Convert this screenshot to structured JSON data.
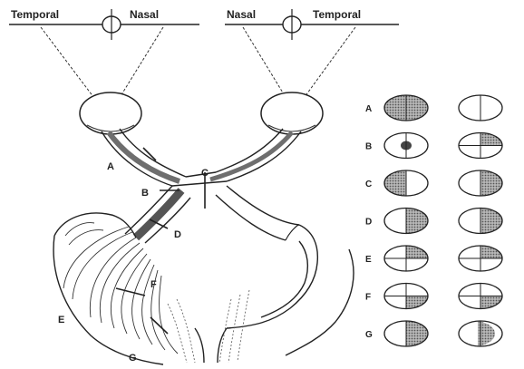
{
  "top_labels": {
    "left_temporal": "Temporal",
    "left_nasal": "Nasal",
    "right_nasal": "Nasal",
    "right_temporal": "Temporal"
  },
  "pathway_labels": {
    "A": "A",
    "B": "B",
    "C": "C",
    "D": "D",
    "E": "E",
    "F": "F",
    "G": "G"
  },
  "visual_fields": [
    {
      "label": "A",
      "left": "full",
      "right": "none"
    },
    {
      "label": "B",
      "left": "central",
      "right": "upper-right"
    },
    {
      "label": "C",
      "left": "left-half",
      "right": "right-half"
    },
    {
      "label": "D",
      "left": "right-half",
      "right": "right-half"
    },
    {
      "label": "E",
      "left": "upper-right",
      "right": "upper-right"
    },
    {
      "label": "F",
      "left": "lower-right",
      "right": "lower-right"
    },
    {
      "label": "G",
      "left": "right-half",
      "right": "right-half-plus"
    }
  ],
  "colors": {
    "ink": "#222222",
    "shade": "#8a8a8a",
    "background": "#ffffff"
  }
}
